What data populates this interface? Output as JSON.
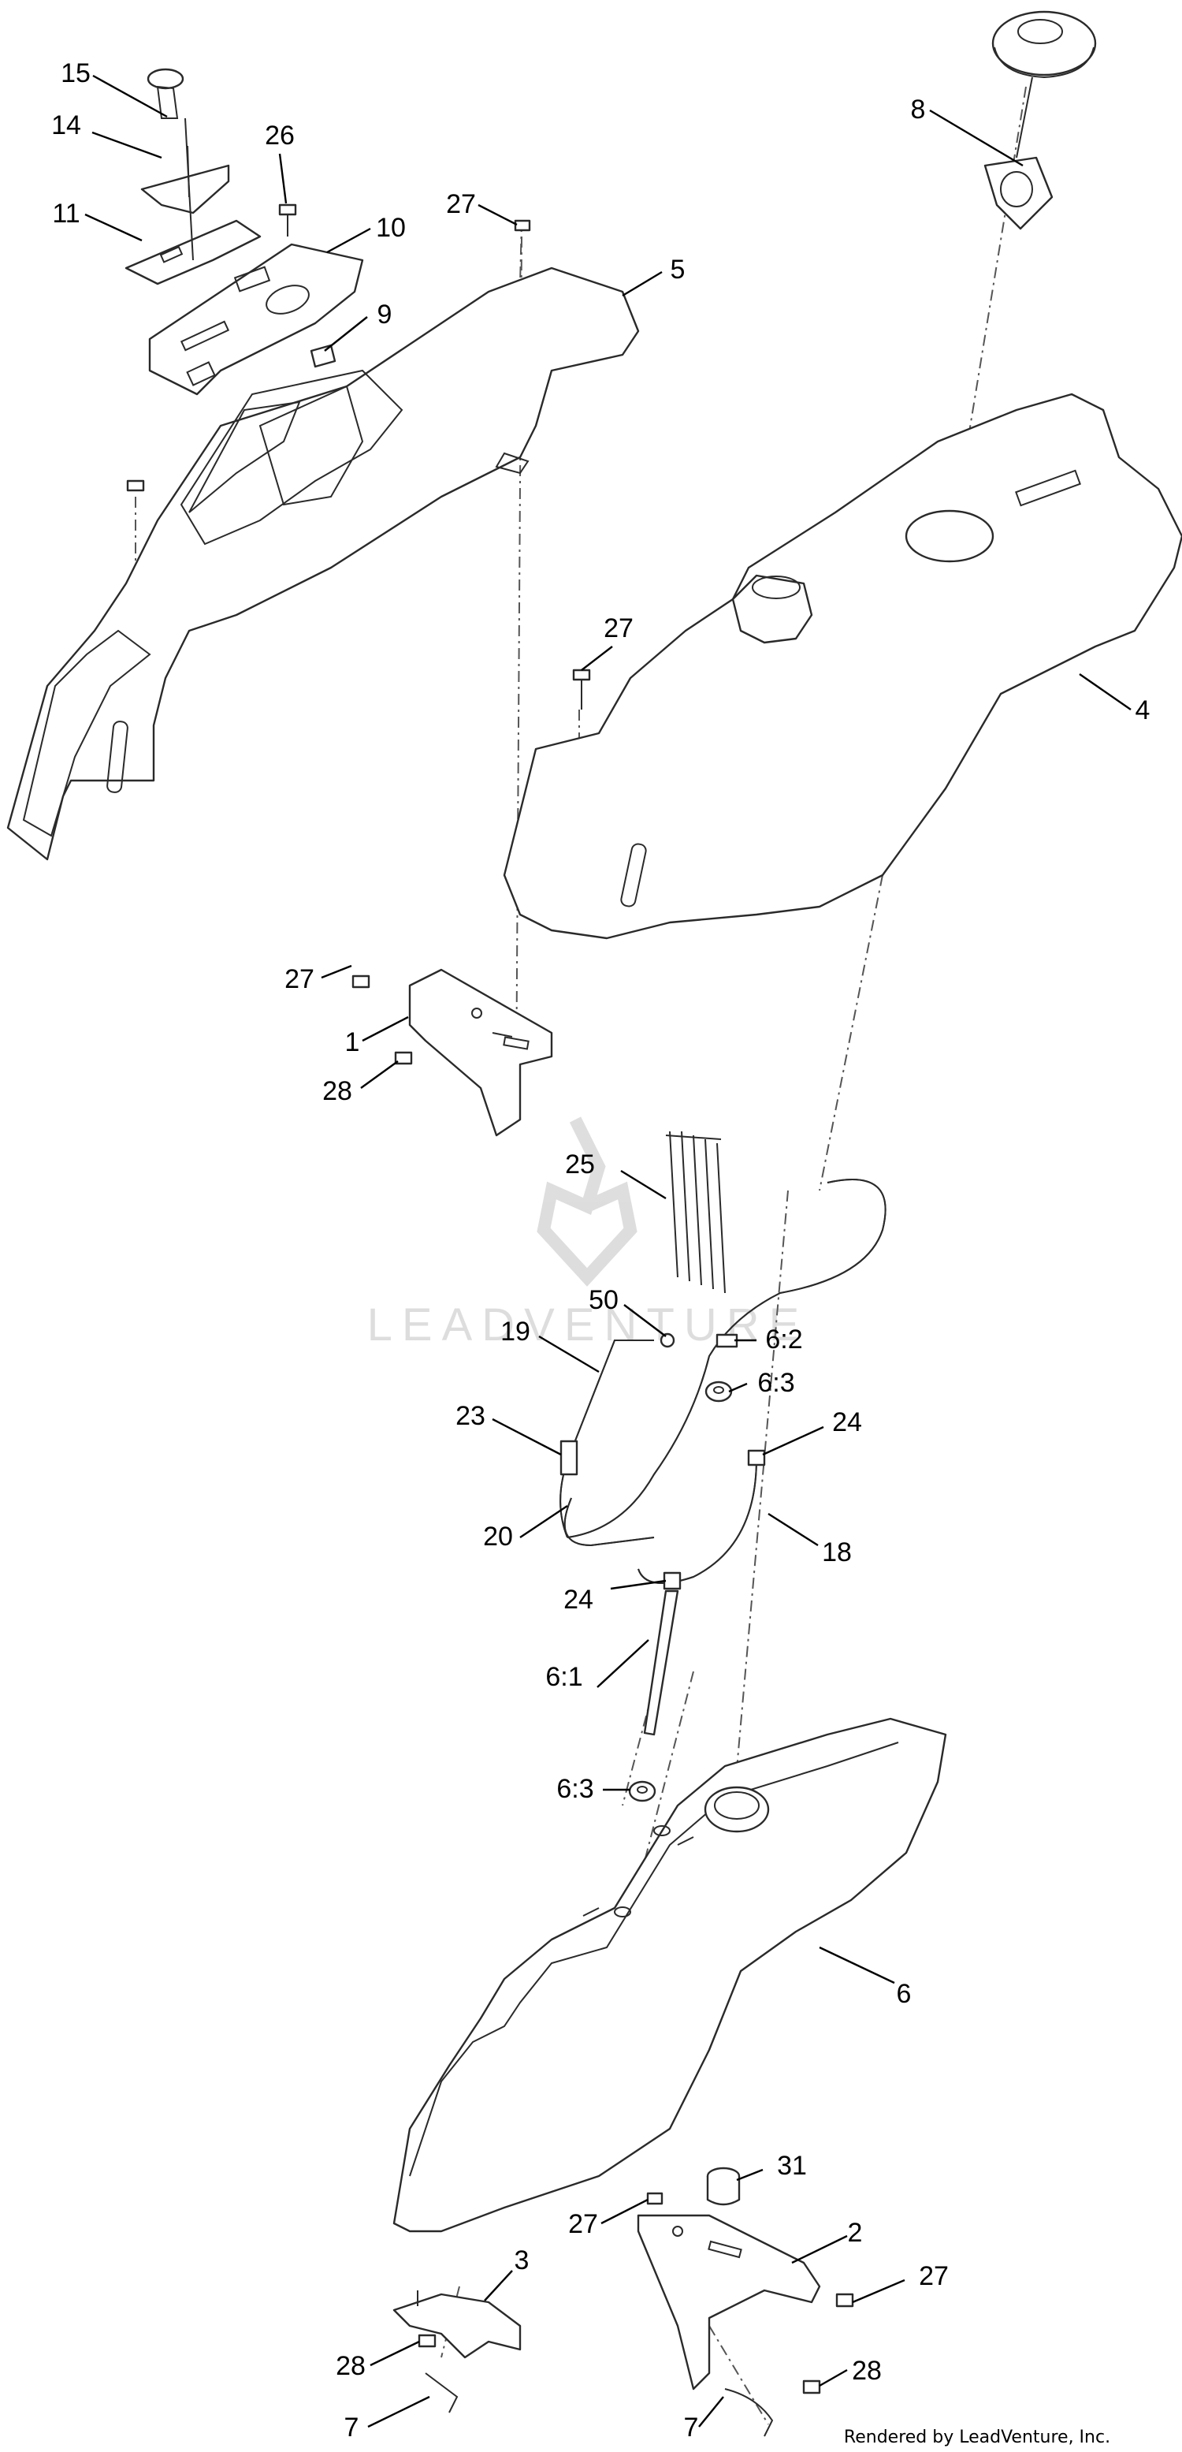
{
  "watermark": {
    "text": "LEADVENTURE"
  },
  "credit": "Rendered by LeadVenture, Inc.",
  "callouts": [
    {
      "id": "c15",
      "label": "15"
    },
    {
      "id": "c14",
      "label": "14"
    },
    {
      "id": "c26",
      "label": "26"
    },
    {
      "id": "c11",
      "label": "11"
    },
    {
      "id": "c10",
      "label": "10"
    },
    {
      "id": "c27a",
      "label": "27"
    },
    {
      "id": "c5",
      "label": "5"
    },
    {
      "id": "c9",
      "label": "9"
    },
    {
      "id": "c8",
      "label": "8"
    },
    {
      "id": "c27b",
      "label": "27"
    },
    {
      "id": "c4",
      "label": "4"
    },
    {
      "id": "c27c",
      "label": "27"
    },
    {
      "id": "c1",
      "label": "1"
    },
    {
      "id": "c28a",
      "label": "28"
    },
    {
      "id": "c25",
      "label": "25"
    },
    {
      "id": "c50",
      "label": "50"
    },
    {
      "id": "c19",
      "label": "19"
    },
    {
      "id": "c62",
      "label": "6:2"
    },
    {
      "id": "c63a",
      "label": "6:3"
    },
    {
      "id": "c23",
      "label": "23"
    },
    {
      "id": "c24a",
      "label": "24"
    },
    {
      "id": "c20",
      "label": "20"
    },
    {
      "id": "c18",
      "label": "18"
    },
    {
      "id": "c24b",
      "label": "24"
    },
    {
      "id": "c61",
      "label": "6:1"
    },
    {
      "id": "c63b",
      "label": "6:3"
    },
    {
      "id": "c6",
      "label": "6"
    },
    {
      "id": "c31",
      "label": "31"
    },
    {
      "id": "c27d",
      "label": "27"
    },
    {
      "id": "c2",
      "label": "2"
    },
    {
      "id": "c27e",
      "label": "27"
    },
    {
      "id": "c3",
      "label": "3"
    },
    {
      "id": "c28b",
      "label": "28"
    },
    {
      "id": "c28c",
      "label": "28"
    },
    {
      "id": "c7a",
      "label": "7"
    },
    {
      "id": "c7b",
      "label": "7"
    }
  ]
}
